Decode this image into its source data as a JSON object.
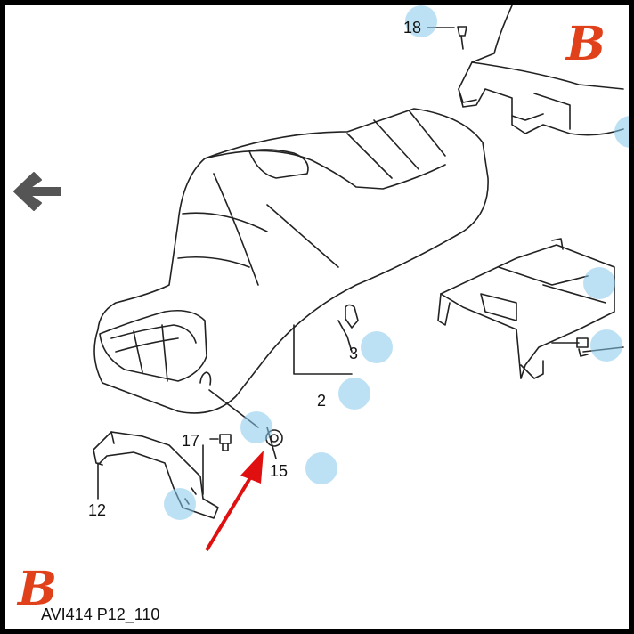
{
  "diagram": {
    "reference_code": "AVI414 P12_110",
    "callouts": [
      {
        "id": "18",
        "label": "18"
      },
      {
        "id": "3",
        "label": "3"
      },
      {
        "id": "2",
        "label": "2"
      },
      {
        "id": "17",
        "label": "17"
      },
      {
        "id": "15",
        "label": "15"
      },
      {
        "id": "12",
        "label": "12"
      }
    ]
  },
  "branding": {
    "logo_letter": "B",
    "logo_color": "#e0401a"
  },
  "colors": {
    "hotspot": "#87c8eb",
    "arrow": "#e01010",
    "line": "#222222"
  },
  "icons": {
    "back": "arrow-left-icon",
    "pointer": "red-arrow-icon"
  }
}
